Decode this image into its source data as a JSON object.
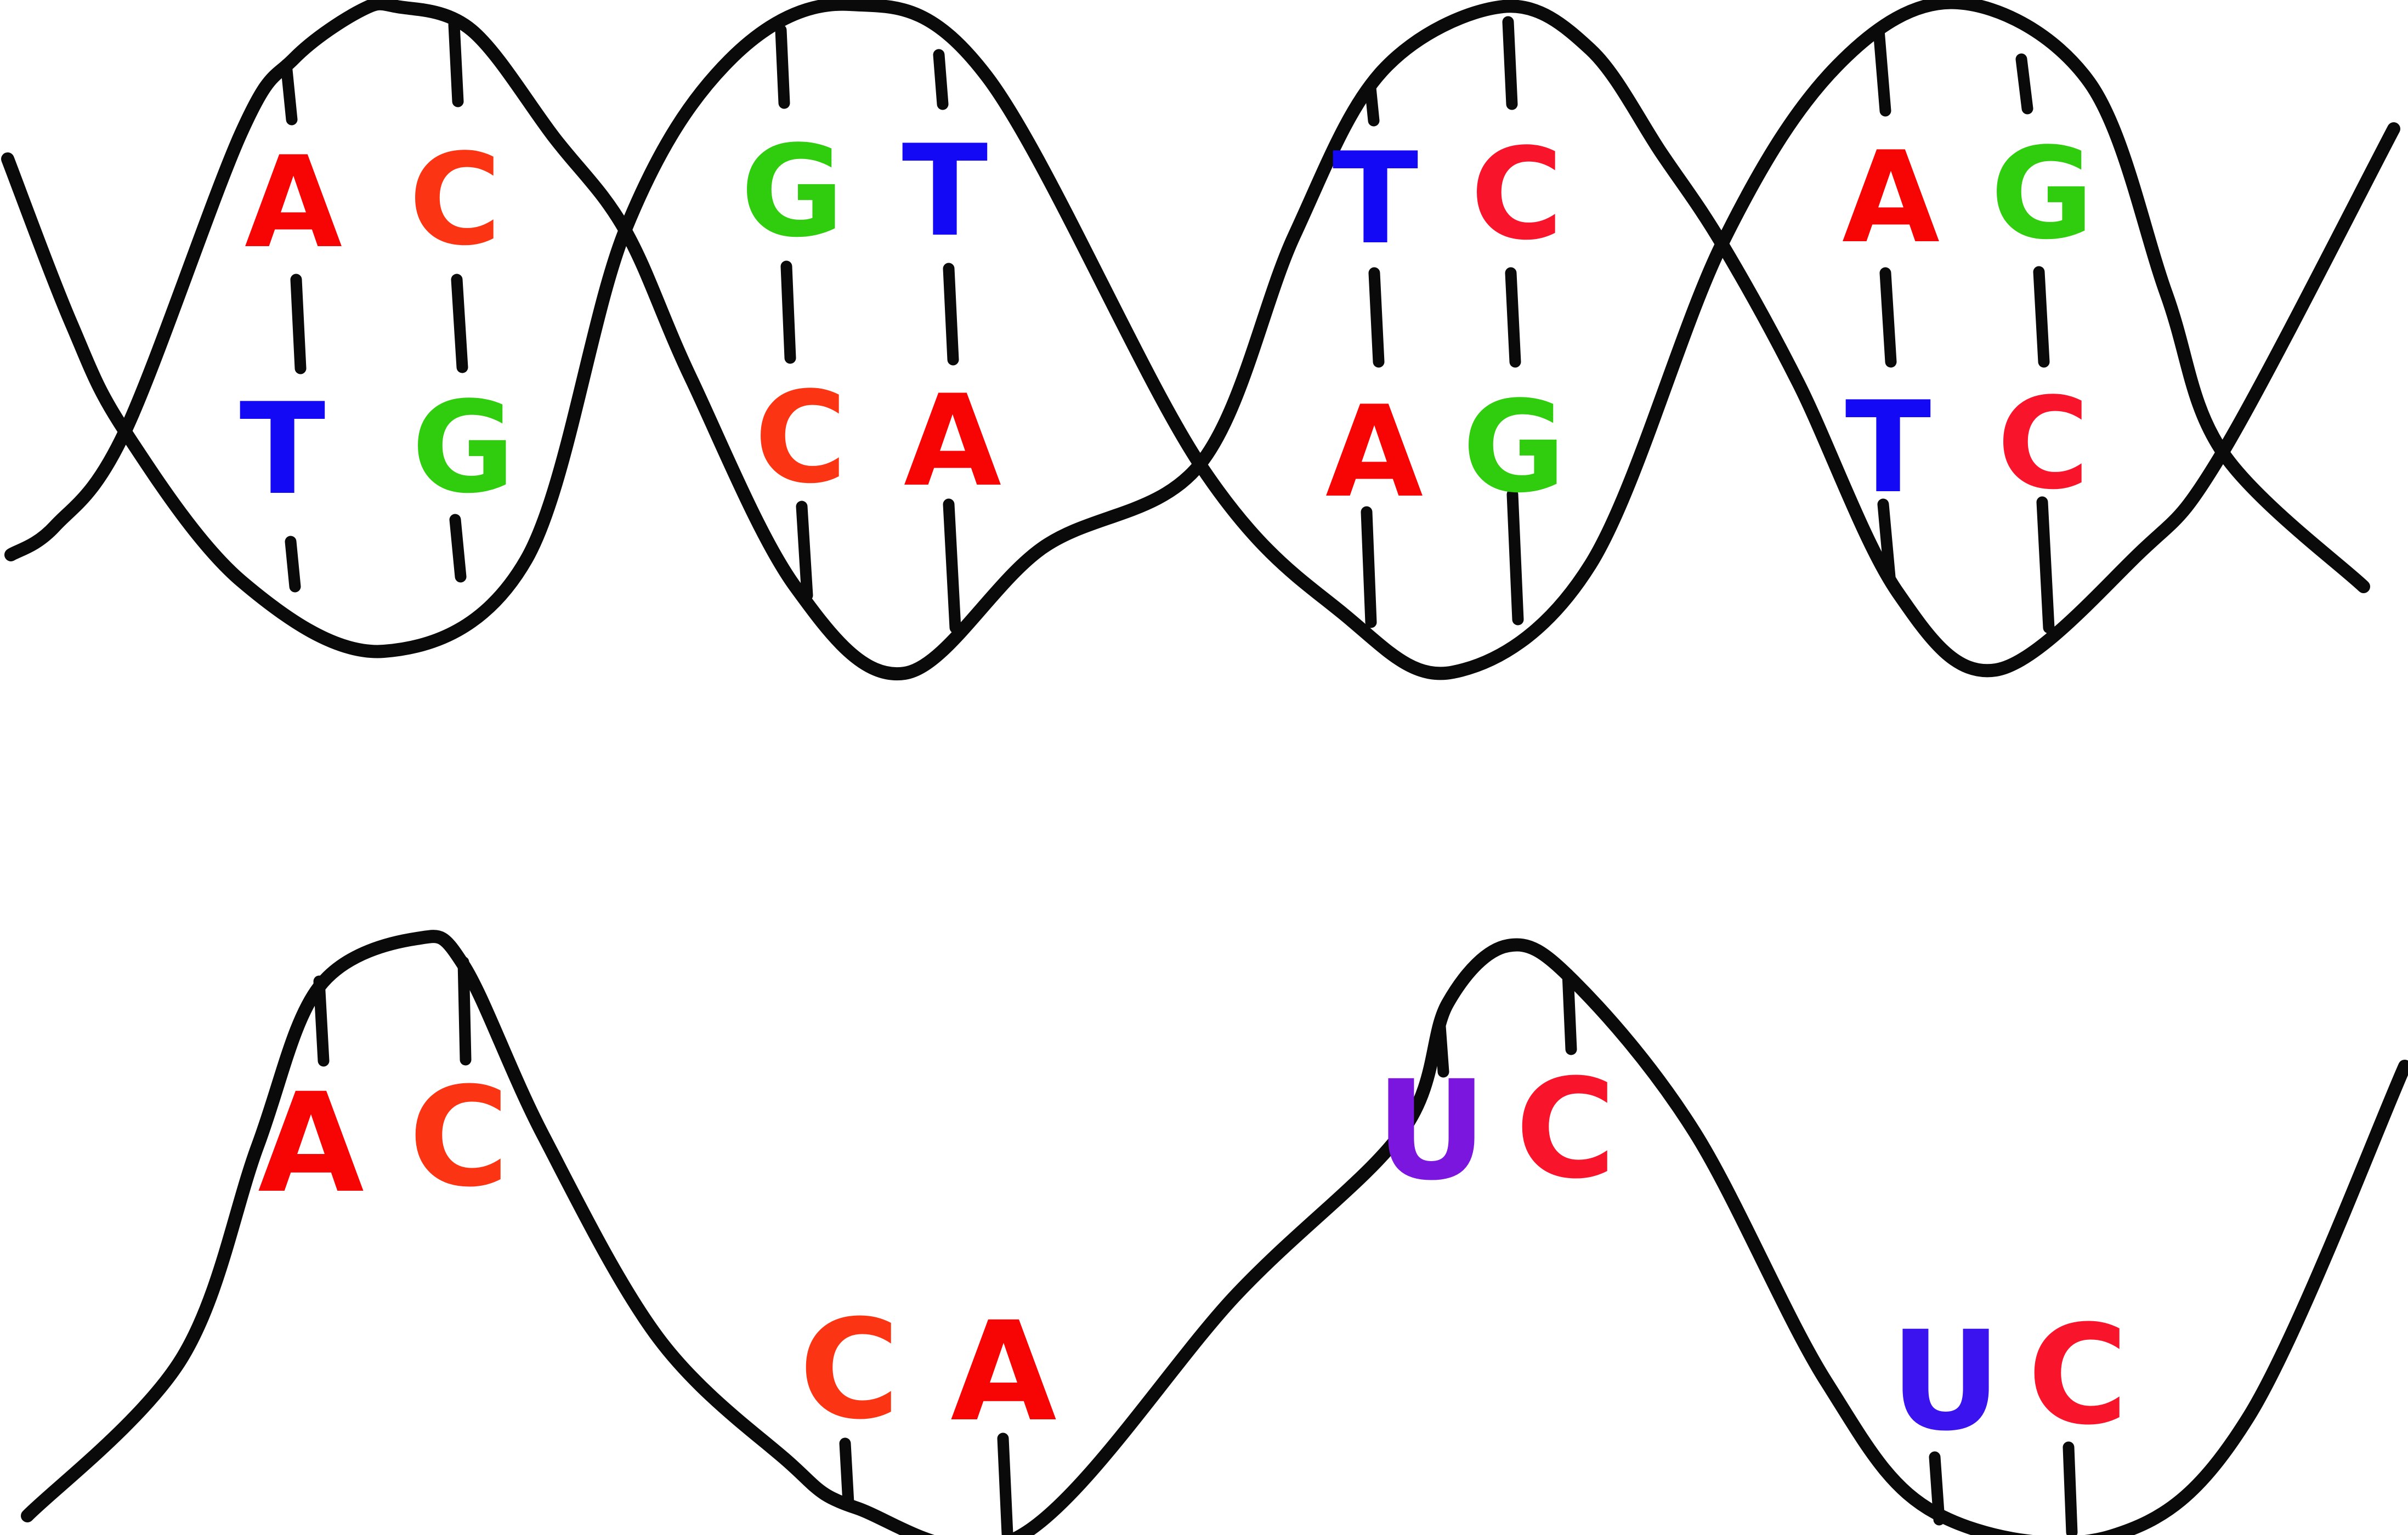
{
  "palette": {
    "red": "#f70505",
    "orange": "#fb3513",
    "crimson": "#f8142a",
    "blue": "#1409f5",
    "green": "#30cc0e",
    "purple": "#7a16dd",
    "violet": "#3a13ee",
    "strand_black": "#0a0a0a",
    "background": "#ffffff"
  },
  "dna": {
    "pairs": [
      {
        "top": {
          "letter": "A",
          "color": "red"
        },
        "bottom": {
          "letter": "T",
          "color": "blue"
        }
      },
      {
        "top": {
          "letter": "C",
          "color": "orange"
        },
        "bottom": {
          "letter": "G",
          "color": "green"
        }
      },
      {
        "top": {
          "letter": "G",
          "color": "green"
        },
        "bottom": {
          "letter": "C",
          "color": "orange"
        }
      },
      {
        "top": {
          "letter": "T",
          "color": "blue"
        },
        "bottom": {
          "letter": "A",
          "color": "red"
        }
      },
      {
        "top": {
          "letter": "T",
          "color": "blue"
        },
        "bottom": {
          "letter": "A",
          "color": "red"
        }
      },
      {
        "top": {
          "letter": "C",
          "color": "crimson"
        },
        "bottom": {
          "letter": "G",
          "color": "green"
        }
      },
      {
        "top": {
          "letter": "A",
          "color": "red"
        },
        "bottom": {
          "letter": "T",
          "color": "blue"
        }
      },
      {
        "top": {
          "letter": "G",
          "color": "green"
        },
        "bottom": {
          "letter": "C",
          "color": "crimson"
        }
      }
    ]
  },
  "rna": {
    "bases": [
      {
        "letter": "A",
        "color": "red",
        "position": "crest"
      },
      {
        "letter": "C",
        "color": "orange",
        "position": "crest"
      },
      {
        "letter": "C",
        "color": "orange",
        "position": "trough"
      },
      {
        "letter": "A",
        "color": "red",
        "position": "trough"
      },
      {
        "letter": "U",
        "color": "purple",
        "position": "crest"
      },
      {
        "letter": "C",
        "color": "crimson",
        "position": "crest"
      },
      {
        "letter": "U",
        "color": "violet",
        "position": "trough"
      },
      {
        "letter": "C",
        "color": "crimson",
        "position": "trough"
      }
    ]
  }
}
